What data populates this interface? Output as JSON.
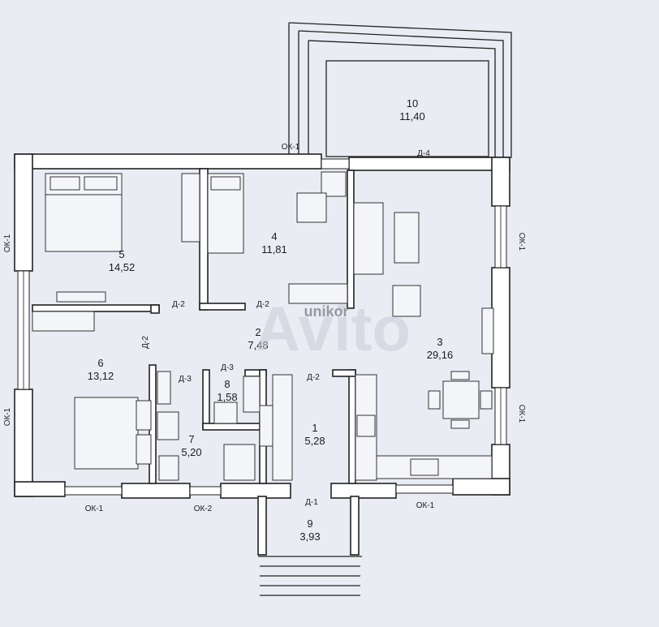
{
  "rooms": [
    {
      "number": "1",
      "area": "5,28"
    },
    {
      "number": "2",
      "area": "7,48"
    },
    {
      "number": "3",
      "area": "29,16"
    },
    {
      "number": "4",
      "area": "11,81"
    },
    {
      "number": "5",
      "area": "14,52"
    },
    {
      "number": "6",
      "area": "13,12"
    },
    {
      "number": "7",
      "area": "5,20"
    },
    {
      "number": "8",
      "area": "1,58"
    },
    {
      "number": "9",
      "area": "3,93"
    },
    {
      "number": "10",
      "area": "11,40"
    }
  ],
  "window_labels": {
    "ok1": "ОК-1",
    "ok2": "ОК-2"
  },
  "door_labels": {
    "d1": "Д-1",
    "d2": "Д-2",
    "d3": "Д-3",
    "d4": "Д-4"
  },
  "watermarks": {
    "avito": "Avito",
    "unikor": "unikor"
  }
}
